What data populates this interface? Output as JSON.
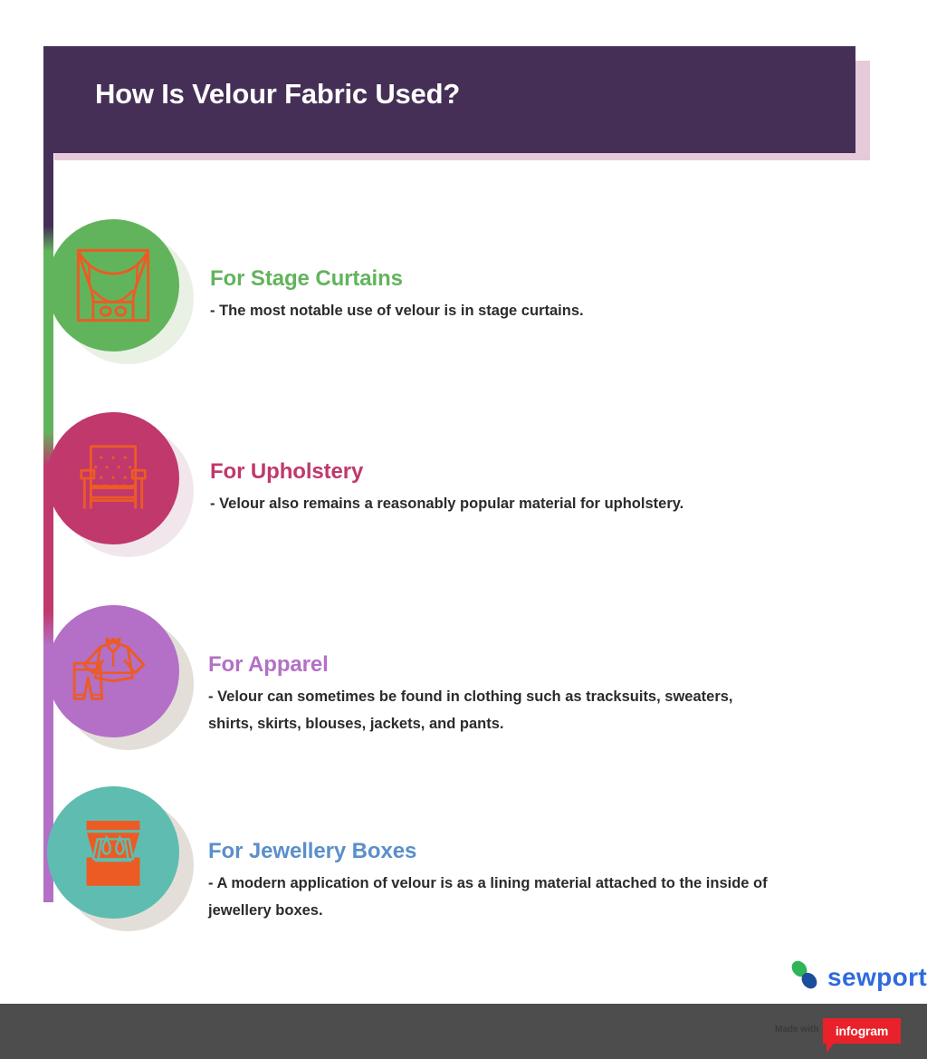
{
  "header": {
    "title": "How Is Velour Fabric Used?",
    "bar_color": "#452f56",
    "shadow_color": "#e6cada"
  },
  "theme": {
    "icon_stroke": "#ec5b24",
    "body_text": "#2b2b2b",
    "footer_bg": "#4d4d4d",
    "spine_colors": [
      "#452f56",
      "#62b45c",
      "#c0386c",
      "#b370c6"
    ]
  },
  "sections": [
    {
      "title": "For Stage Curtains",
      "description": "- The most notable use of velour is in stage curtains.",
      "title_color": "#62b45c",
      "badge_color": "#62b45c",
      "badge_shadow": "#cfe0c6",
      "icon": "stage-curtains-icon"
    },
    {
      "title": "For Upholstery",
      "description": "- Velour also remains a reasonably popular material for upholstery.",
      "title_color": "#c0386c",
      "badge_color": "#c0386c",
      "badge_shadow": "#e3c7d6",
      "icon": "armchair-icon"
    },
    {
      "title": "For Apparel",
      "description": "- Velour can sometimes be found in clothing such as tracksuits, sweaters, shirts, skirts, blouses, jackets, and pants.",
      "title_color": "#b370c6",
      "badge_color": "#b370c6",
      "badge_shadow": "#c3b5ab",
      "icon": "tracksuit-icon"
    },
    {
      "title": "For Jewellery Boxes",
      "description": "- A modern application of velour is as a lining material attached to the inside of jewellery boxes.",
      "title_color": "#5b8fc9",
      "badge_color": "#5ebdb0",
      "badge_shadow": "#c3b5ab",
      "icon": "jewellery-box-icon"
    }
  ],
  "footer": {
    "brand": "sewport",
    "brand_color": "#2f6bdd",
    "logo_green": "#2fb457",
    "logo_blue": "#1b4e9b",
    "made_with_label": "Made with",
    "attribution": "infogram",
    "attribution_bg": "#e8212b"
  }
}
